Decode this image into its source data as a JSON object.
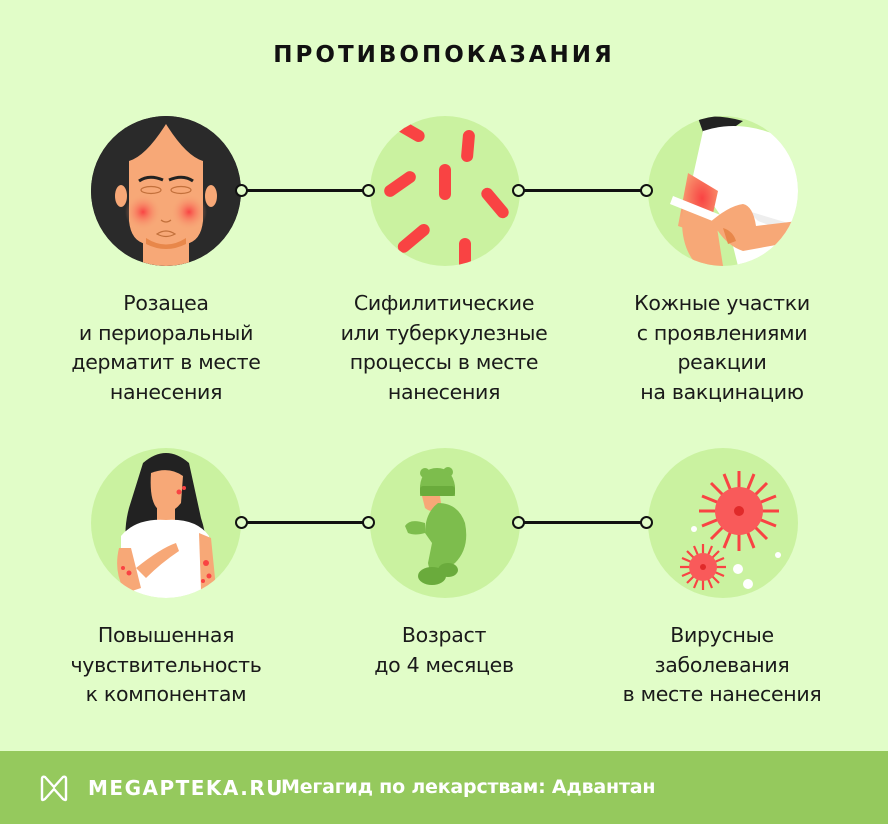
{
  "title": "ПРОТИВОПОКАЗАНИЯ",
  "colors": {
    "background": "#e1fdc8",
    "circle_fill": "#caf2a0",
    "footer": "#95c95d",
    "accent_red": "#f94343",
    "line": "#111111"
  },
  "items": [
    {
      "icon": "face-rosacea-icon",
      "label": "Розацеа\nи периоральный\nдерматит в месте\nнанесения"
    },
    {
      "icon": "bacteria-icon",
      "label": "Сифилитические\nили туберкулезные\nпроцессы в месте\nнанесения"
    },
    {
      "icon": "vaccination-arm-icon",
      "label": "Кожные участки\nс проявлениями\nреакции\nна вакцинацию"
    },
    {
      "icon": "allergy-woman-icon",
      "label": "Повышенная\nчувствительность\nк компонентам"
    },
    {
      "icon": "baby-icon",
      "label": "Возраст\nдо 4 месяцев"
    },
    {
      "icon": "virus-icon",
      "label": "Вирусные\nзаболевания\nв месте нанесения"
    }
  ],
  "footer": {
    "logo_icon": "megapteka-logo-icon",
    "brand": "MEGAPTEKA.RU",
    "tagline": "Мегагид по лекарствам: Адвантан"
  }
}
